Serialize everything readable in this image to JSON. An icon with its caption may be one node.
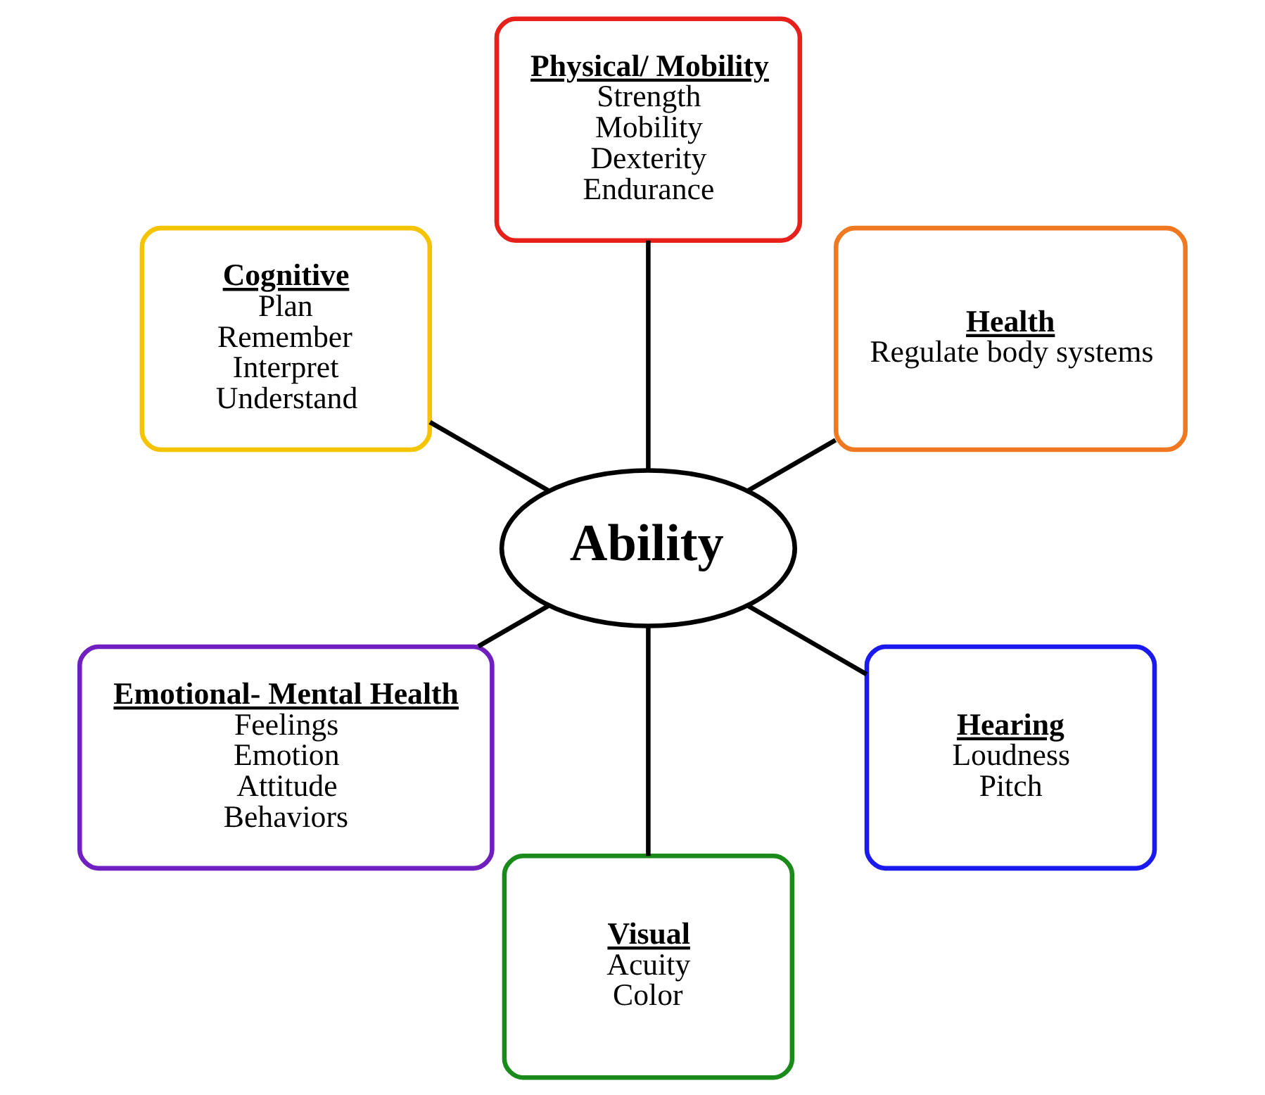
{
  "diagram": {
    "nodes": [
      {
        "text": [
          "Ability"
        ]
      },
      {
        "text": [
          "Health",
          "Regulate body systems"
        ]
      },
      {
        "text": [
          "Physical/ Mobility",
          "Strength",
          "Mobility",
          "Dexterity",
          "Endurance"
        ]
      },
      {
        "text": [
          "Cognitive",
          "Plan",
          "Remember",
          "Interpret",
          "Understand"
        ]
      },
      {
        "text": [
          "Emotional- Mental Health",
          "Feelings",
          "Emotion",
          "Attitude",
          "Behaviors"
        ]
      },
      {
        "text": [
          "Visual",
          "Acuity",
          "Color"
        ]
      },
      {
        "text": [
          "Hearing",
          "Loudness",
          "Pitch"
        ]
      }
    ],
    "edges": [
      {
        "from": 0,
        "to": 1,
        "arrow": "none"
      },
      {
        "from": 0,
        "to": 3,
        "arrow": "none"
      },
      {
        "from": 0,
        "to": 5,
        "arrow": "none"
      },
      {
        "from": 0,
        "to": 6,
        "arrow": "none"
      },
      {
        "from": 0,
        "to": 4,
        "arrow": "none"
      },
      {
        "from": 0,
        "to": 2,
        "arrow": "none"
      }
    ]
  }
}
